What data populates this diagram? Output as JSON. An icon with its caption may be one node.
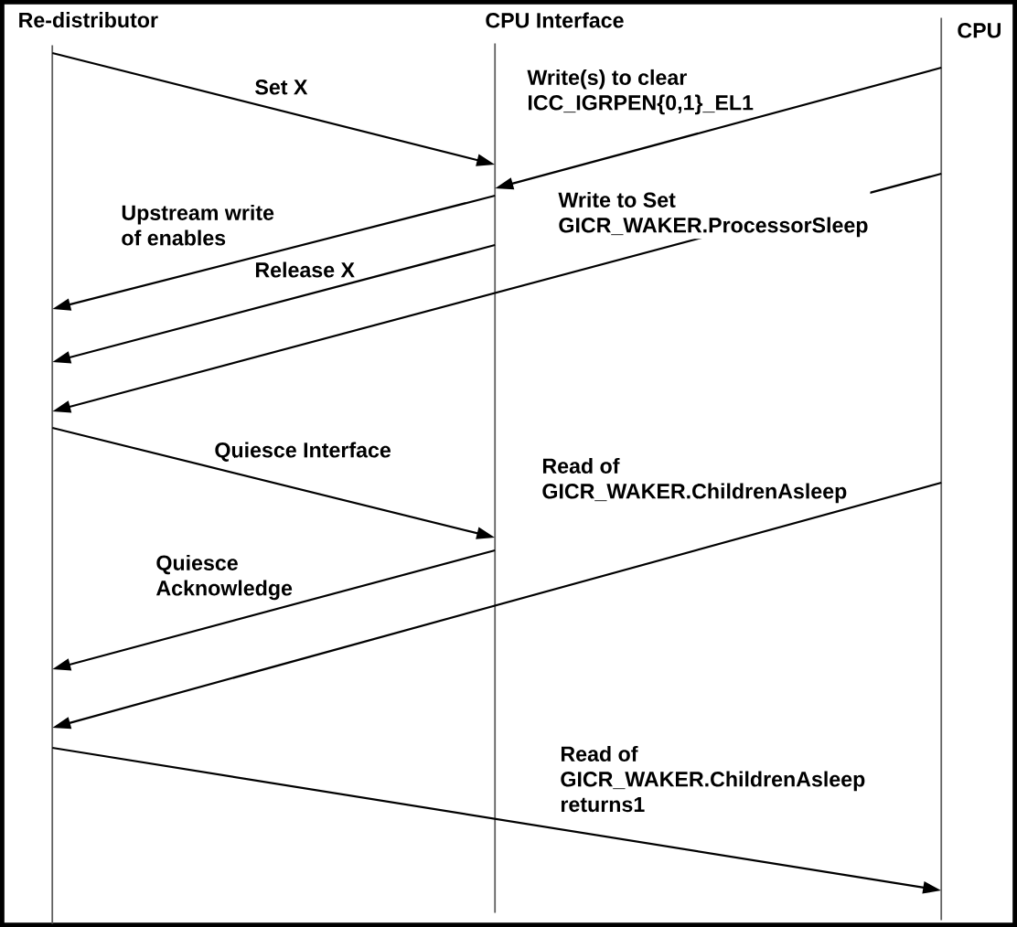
{
  "diagram": {
    "nodes": [
      {
        "text": [],
        "shape": "line",
        "beside": [
          "Re-distributor"
        ]
      },
      {
        "text": [],
        "shape": "line",
        "beside": [
          "CPU Interface"
        ]
      },
      {
        "text": [],
        "shape": "line",
        "beside": [
          "CPU"
        ]
      }
    ],
    "edges": [
      {
        "from": 0,
        "to": 1,
        "arrow": "to",
        "label": "Set X"
      },
      {
        "from": 2,
        "to": 1,
        "arrow": "to",
        "label": "Write(s) to clear ICC_IGRPEN{0,1}_EL1"
      },
      {
        "from": 2,
        "to": 0,
        "arrow": "to",
        "label": "Write to Set GICR_WAKER.ProcessorSleep"
      },
      {
        "from": 1,
        "to": 0,
        "arrow": "to",
        "label": "Upstream write of enables"
      },
      {
        "from": 1,
        "to": 0,
        "arrow": "to",
        "label": "Release X"
      },
      {
        "from": 0,
        "to": 1,
        "arrow": "to",
        "label": "Quiesce Interface"
      },
      {
        "from": 2,
        "to": 0,
        "arrow": "to",
        "label": "Read of GICR_WAKER.ChildrenAsleep"
      },
      {
        "from": 1,
        "to": 0,
        "arrow": "to",
        "label": "Quiesce Acknowledge"
      },
      {
        "from": 0,
        "to": 2,
        "arrow": "to",
        "label": "Read of GICR_WAKER.ChildrenAsleep returns1"
      }
    ]
  }
}
